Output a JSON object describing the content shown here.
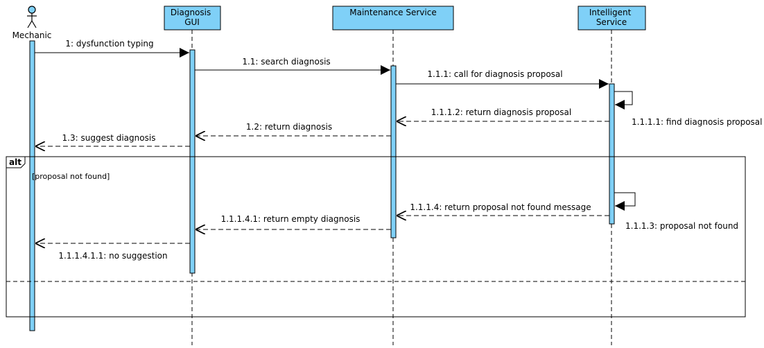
{
  "colors": {
    "fill": "#7fd0f7",
    "stroke": "#000000",
    "background": "#ffffff"
  },
  "actor": {
    "name": "Mechanic",
    "icon": "stick-figure-icon"
  },
  "participants": [
    {
      "id": "gui",
      "lines": [
        "Diagnosis",
        "GUI"
      ]
    },
    {
      "id": "ms",
      "lines": [
        "Maintenance Service"
      ]
    },
    {
      "id": "is",
      "lines": [
        "Intelligent",
        "Service"
      ]
    }
  ],
  "messages": [
    {
      "id": "m1",
      "text": "1: dysfunction typing",
      "kind": "sync"
    },
    {
      "id": "m2",
      "text": "1.1: search diagnosis",
      "kind": "sync"
    },
    {
      "id": "m3",
      "text": "1.1.1: call for diagnosis proposal",
      "kind": "sync"
    },
    {
      "id": "m4",
      "text": "1.1.1.1: find diagnosis proposal",
      "kind": "self"
    },
    {
      "id": "m5",
      "text": "1.1.1.2: return diagnosis proposal",
      "kind": "reply"
    },
    {
      "id": "m6",
      "text": "1.2: return diagnosis",
      "kind": "reply"
    },
    {
      "id": "m7",
      "text": "1.3: suggest diagnosis",
      "kind": "reply"
    },
    {
      "id": "m8",
      "text": "1.1.1.3: proposal not found",
      "kind": "self"
    },
    {
      "id": "m9",
      "text": "1.1.1.4: return proposal not found message",
      "kind": "reply"
    },
    {
      "id": "m10",
      "text": "1.1.1.4.1: return empty diagnosis",
      "kind": "reply"
    },
    {
      "id": "m11",
      "text": "1.1.1.4.1.1: no suggestion",
      "kind": "reply"
    }
  ],
  "fragment": {
    "operator": "alt",
    "guard": "[proposal not found]"
  }
}
